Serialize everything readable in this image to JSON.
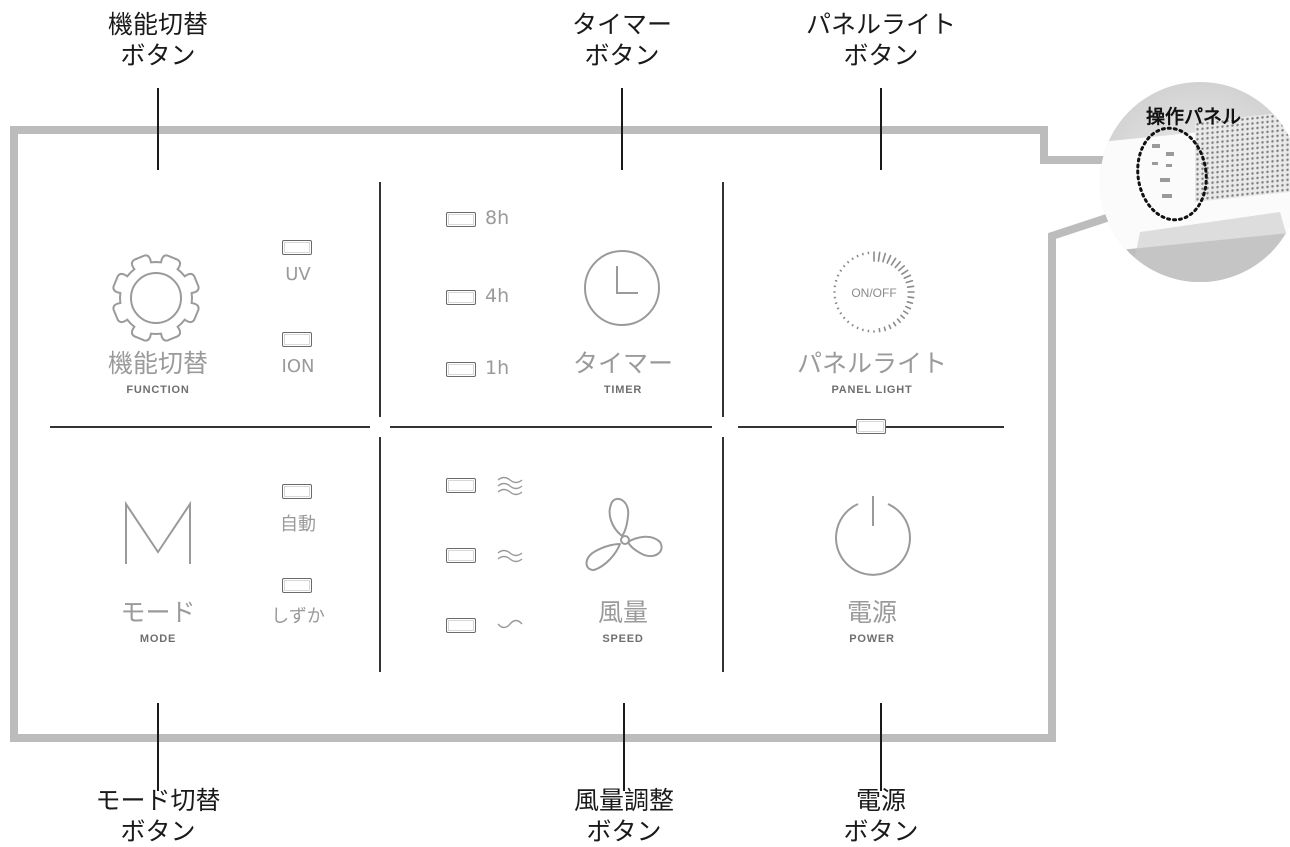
{
  "callouts": {
    "function_button": {
      "line1": "機能切替",
      "line2": "ボタン"
    },
    "timer_button": {
      "line1": "タイマー",
      "line2": "ボタン"
    },
    "panel_light_button": {
      "line1": "パネルライト",
      "line2": "ボタン"
    },
    "mode_button": {
      "line1": "モード切替",
      "line2": "ボタン"
    },
    "speed_button": {
      "line1": "風量調整",
      "line2": "ボタン"
    },
    "power_button": {
      "line1": "電源",
      "line2": "ボタン"
    }
  },
  "inset": {
    "title": "操作パネル"
  },
  "panel": {
    "function": {
      "jp": "機能切替",
      "en": "FUNCTION",
      "indicators": [
        "UV",
        "ION"
      ],
      "icon": "gear-icon"
    },
    "timer": {
      "jp": "タイマー",
      "en": "TIMER",
      "indicators": [
        "8h",
        "4h",
        "1h"
      ],
      "icon": "clock-icon"
    },
    "panel_light": {
      "jp": "パネルライト",
      "en": "PANEL LIGHT",
      "button_text": "ON/OFF",
      "icon": "dial-icon"
    },
    "mode": {
      "jp": "モード",
      "en": "MODE",
      "indicators": [
        "自動",
        "しずか"
      ],
      "icon": "letter-m-icon"
    },
    "speed": {
      "jp": "風量",
      "en": "SPEED",
      "indicators": [
        "high-wind-icon",
        "medium-wind-icon",
        "low-wind-icon"
      ],
      "icon": "fan-icon"
    },
    "power": {
      "jp": "電源",
      "en": "POWER",
      "icon": "power-icon"
    }
  },
  "colors": {
    "frame": "#bcbcbc",
    "icon": "#9a9a9a",
    "text_dark": "#1a1a1a"
  }
}
